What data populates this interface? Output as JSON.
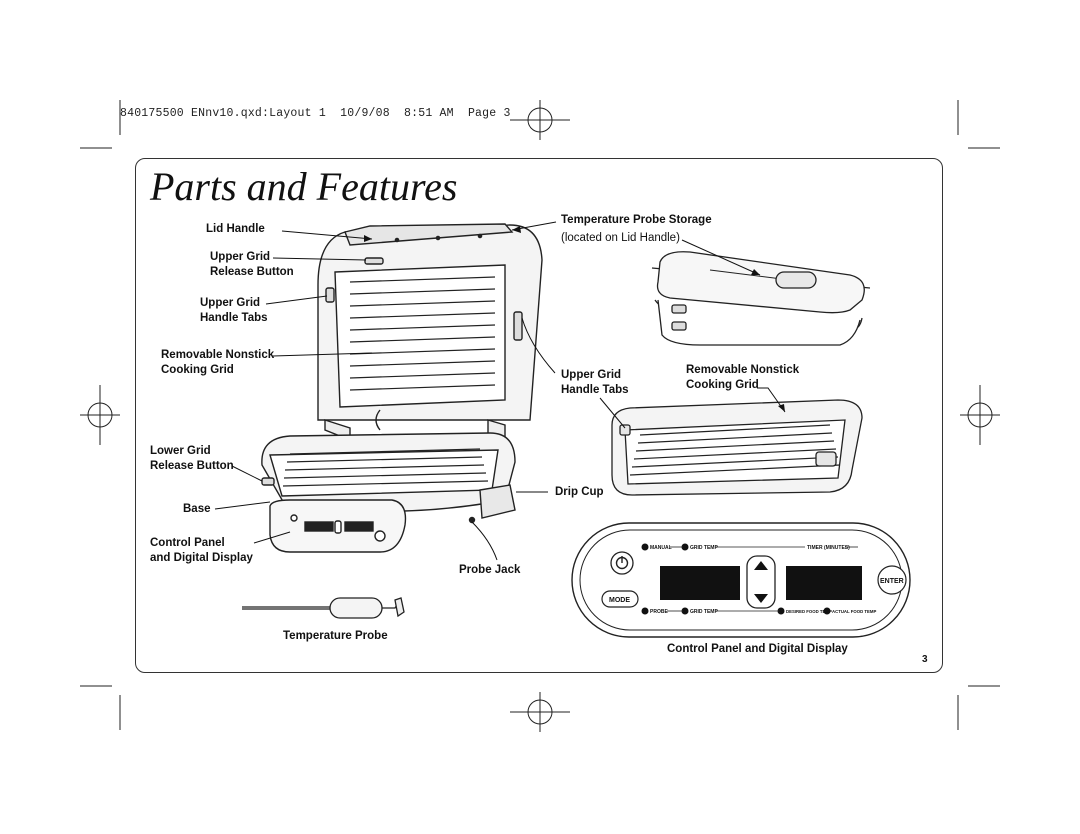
{
  "slug_line": "840175500 ENnv10.qxd:Layout 1  10/9/08  8:51 AM  Page 3",
  "title": "Parts and Features",
  "page_number": "3",
  "labels": {
    "lid_handle": "Lid Handle",
    "upper_grid_release_1": "Upper Grid",
    "upper_grid_release_2": "Release Button",
    "upper_grid_tabs_1": "Upper Grid",
    "upper_grid_tabs_2": "Handle Tabs",
    "removable_grid_1": "Removable Nonstick",
    "removable_grid_2": "Cooking Grid",
    "lower_grid_release_1": "Lower Grid",
    "lower_grid_release_2": "Release Button",
    "base": "Base",
    "control_panel_1": "Control Panel",
    "control_panel_2": "and Digital Display",
    "temp_probe": "Temperature Probe",
    "probe_storage_1": "Temperature Probe Storage",
    "probe_storage_2": "(located on Lid Handle)",
    "right_tabs_1": "Upper Grid",
    "right_tabs_2": "Handle Tabs",
    "right_grid_1": "Removable Nonstick",
    "right_grid_2": "Cooking Grid",
    "drip_cup": "Drip Cup",
    "probe_jack": "Probe Jack",
    "panel_caption": "Control Panel and Digital Display"
  },
  "panel": {
    "manual": "MANUAL",
    "grid_temp_top": "GRID TEMP",
    "timer": "TIMER (MINUTES)",
    "mode": "MODE",
    "enter": "ENTER",
    "probe": "PROBE",
    "grid_temp_bottom": "GRID TEMP",
    "desired_food_temp": "DESIRED FOOD TEMP",
    "actual_food_temp": "ACTUAL FOOD TEMP"
  }
}
